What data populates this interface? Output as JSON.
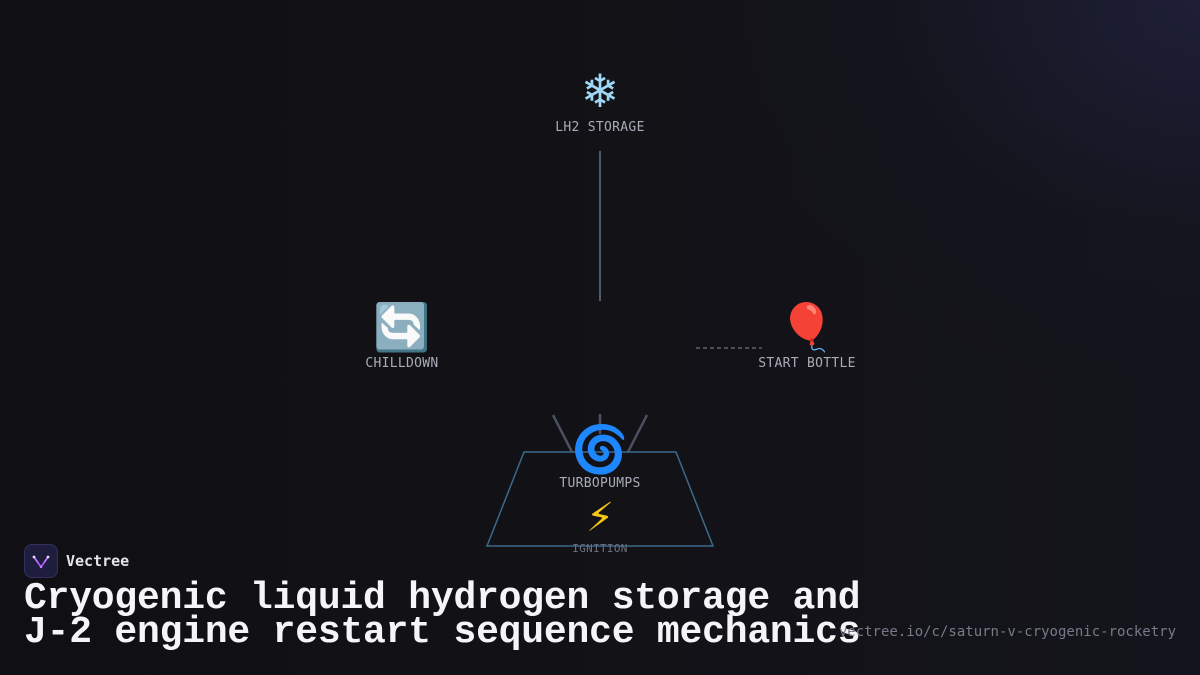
{
  "diagram": {
    "nodes": {
      "storage": {
        "label": "LH2 STORAGE",
        "icon": "snowflake-icon",
        "glyph": "❄"
      },
      "chilldown": {
        "label": "CHILLDOWN",
        "icon": "cycle-arrows-icon",
        "glyph": "🔄"
      },
      "start_bottle": {
        "label": "START BOTTLE",
        "icon": "balloon-icon",
        "glyph": "🎈"
      },
      "turbopumps": {
        "label": "TURBOPUMPS",
        "icon": "spiral-icon",
        "glyph": "🌀"
      },
      "ignition": {
        "label": "IGNITION",
        "icon": "lightning-icon",
        "glyph": "⚡"
      }
    },
    "colors": {
      "connector": "#4a5a6e",
      "nozzle_outline": "#3b6a8c",
      "background": "#121217"
    }
  },
  "brand": {
    "name": "Vectree",
    "logo_color": "#a855f7"
  },
  "title": {
    "line1": "Cryogenic liquid hydrogen storage and",
    "line2": "J-2 engine restart sequence mechanics"
  },
  "url": "vectree.io/c/saturn-v-cryogenic-rocketry"
}
